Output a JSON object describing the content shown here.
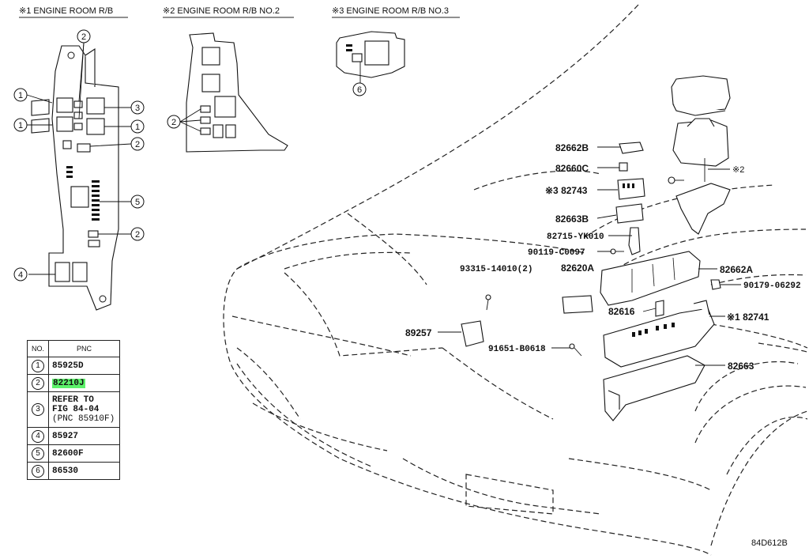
{
  "headers": {
    "rb1": "※1 ENGINE ROOM R/B",
    "rb2": "※2 ENGINE ROOM R/B NO.2",
    "rb3": "※3 ENGINE ROOM R/B NO.3"
  },
  "callouts": [
    "1",
    "2",
    "3",
    "4",
    "5",
    "6"
  ],
  "table": {
    "col_no": "NO.",
    "col_pnc": "PNC",
    "rows": [
      {
        "no": "1",
        "pnc": "85925D"
      },
      {
        "no": "2",
        "pnc": "82210J",
        "highlight": true
      },
      {
        "no": "3",
        "pnc_lines": [
          "REFER TO",
          "FIG 84-04",
          "(PNC 85910F)"
        ]
      },
      {
        "no": "4",
        "pnc": "85927"
      },
      {
        "no": "5",
        "pnc": "82600F"
      },
      {
        "no": "6",
        "pnc": "86530"
      }
    ]
  },
  "part_labels": {
    "p82662B": "82662B",
    "p82660C": "82660C",
    "p82743": "※3 82743",
    "p82663B": "82663B",
    "p82715": "82715-YK010",
    "p90119": "90119-C0097",
    "p93315": "93315-14010(2)",
    "p82620A": "82620A",
    "p82662A": "82662A",
    "p90179": "90179-06292",
    "p82616": "82616",
    "p82741": "※1 82741",
    "p89257": "89257",
    "p91651": "91651-B0618",
    "p82663": "82663",
    "ref2": "※2"
  },
  "figure_code": "84D612B",
  "colors": {
    "highlight": "#5cf26a",
    "line": "#111111"
  }
}
